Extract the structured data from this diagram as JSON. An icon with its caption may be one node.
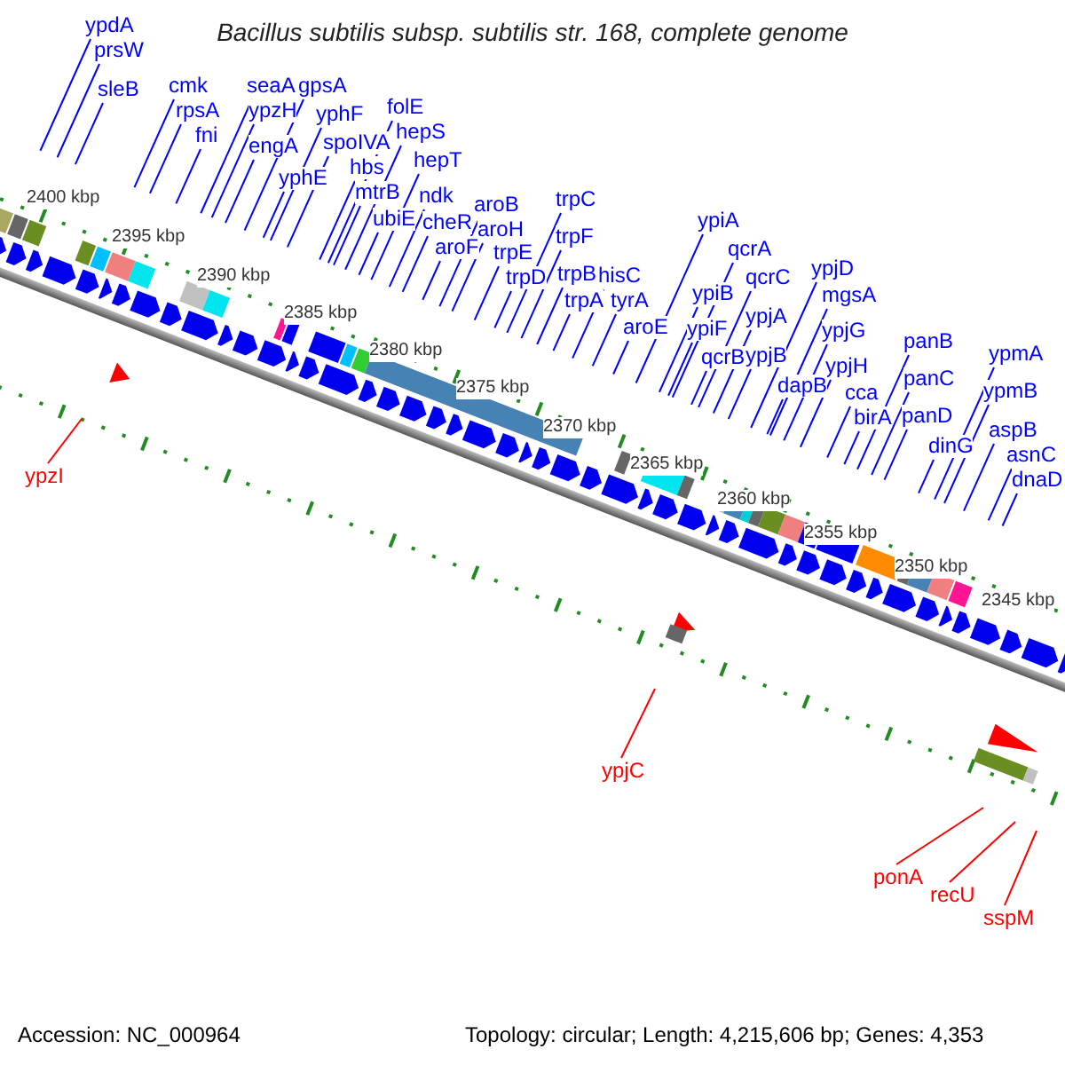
{
  "diagram": {
    "title": "Bacillus subtilis subsp. subtilis str. 168, complete genome",
    "nodes": [
      {
        "text": [
          "ypdA"
        ]
      },
      {
        "text": [
          "prsW"
        ]
      },
      {
        "text": [
          "sleB"
        ]
      },
      {
        "text": [
          "cmk"
        ]
      },
      {
        "text": [
          "rpsA"
        ]
      },
      {
        "text": [
          "fni"
        ]
      },
      {
        "text": [
          "seaA"
        ]
      },
      {
        "text": [
          "ypzH"
        ]
      },
      {
        "text": [
          "engA"
        ]
      },
      {
        "text": [
          "yphE"
        ]
      },
      {
        "text": [
          "gpsA"
        ]
      },
      {
        "text": [
          "yphF"
        ]
      },
      {
        "text": [
          "spoIVA"
        ]
      },
      {
        "text": [
          "hbs"
        ]
      },
      {
        "text": [
          "mtrB"
        ]
      },
      {
        "text": [
          "ubiE"
        ]
      },
      {
        "text": [
          "folE"
        ]
      },
      {
        "text": [
          "hepS"
        ]
      },
      {
        "text": [
          "hepT"
        ]
      },
      {
        "text": [
          "ndk"
        ]
      },
      {
        "text": [
          "cheR"
        ]
      },
      {
        "text": [
          "aroF"
        ]
      },
      {
        "text": [
          "aroB"
        ]
      },
      {
        "text": [
          "aroH"
        ]
      },
      {
        "text": [
          "trpE"
        ]
      },
      {
        "text": [
          "trpD"
        ]
      },
      {
        "text": [
          "trpC"
        ]
      },
      {
        "text": [
          "trpF"
        ]
      },
      {
        "text": [
          "trpB"
        ]
      },
      {
        "text": [
          "trpA"
        ]
      },
      {
        "text": [
          "hisC"
        ]
      },
      {
        "text": [
          "tyrA"
        ]
      },
      {
        "text": [
          "aroE"
        ]
      },
      {
        "text": [
          "ypiA"
        ]
      },
      {
        "text": [
          "qcrA"
        ]
      },
      {
        "text": [
          "qcrC"
        ]
      },
      {
        "text": [
          "ypiB"
        ]
      },
      {
        "text": [
          "ypiF"
        ]
      },
      {
        "text": [
          "qcrB"
        ]
      },
      {
        "text": [
          "ypjA"
        ]
      },
      {
        "text": [
          "ypjB"
        ]
      },
      {
        "text": [
          "ypjD"
        ]
      },
      {
        "text": [
          "mgsA"
        ]
      },
      {
        "text": [
          "ypjG"
        ]
      },
      {
        "text": [
          "ypjH"
        ]
      },
      {
        "text": [
          "dapB"
        ]
      },
      {
        "text": [
          "cca"
        ]
      },
      {
        "text": [
          "birA"
        ]
      },
      {
        "text": [
          "panB"
        ]
      },
      {
        "text": [
          "panC"
        ]
      },
      {
        "text": [
          "panD"
        ]
      },
      {
        "text": [
          "dinG"
        ]
      },
      {
        "text": [
          "ypmA"
        ]
      },
      {
        "text": [
          "ypmB"
        ]
      },
      {
        "text": [
          "aspB"
        ]
      },
      {
        "text": [
          "asnC"
        ]
      },
      {
        "text": [
          "dnaD"
        ]
      },
      {
        "text": [
          "ypzI"
        ]
      },
      {
        "text": [
          "ypjC"
        ]
      },
      {
        "text": [
          "ponA"
        ]
      },
      {
        "text": [
          "recU"
        ]
      },
      {
        "text": [
          "sspM"
        ]
      }
    ],
    "edges": [
      {
        "from": 0,
        "to": null,
        "arrow": "none"
      },
      {
        "from": 1,
        "to": null,
        "arrow": "none"
      },
      {
        "from": 2,
        "to": null,
        "arrow": "none"
      },
      {
        "from": 3,
        "to": null,
        "arrow": "none"
      },
      {
        "from": 4,
        "to": null,
        "arrow": "none"
      },
      {
        "from": 5,
        "to": null,
        "arrow": "none"
      },
      {
        "from": 6,
        "to": null,
        "arrow": "none"
      },
      {
        "from": 7,
        "to": null,
        "arrow": "none"
      },
      {
        "from": 8,
        "to": null,
        "arrow": "none"
      },
      {
        "from": 9,
        "to": null,
        "arrow": "none"
      },
      {
        "from": 10,
        "to": null,
        "arrow": "none"
      },
      {
        "from": 11,
        "to": null,
        "arrow": "none"
      },
      {
        "from": 12,
        "to": null,
        "arrow": "none"
      },
      {
        "from": 13,
        "to": null,
        "arrow": "none"
      },
      {
        "from": 14,
        "to": null,
        "arrow": "none"
      },
      {
        "from": 15,
        "to": null,
        "arrow": "none"
      },
      {
        "from": 16,
        "to": null,
        "arrow": "none"
      },
      {
        "from": 17,
        "to": null,
        "arrow": "none"
      },
      {
        "from": 18,
        "to": null,
        "arrow": "none"
      },
      {
        "from": 19,
        "to": null,
        "arrow": "none"
      },
      {
        "from": 20,
        "to": null,
        "arrow": "none"
      },
      {
        "from": 21,
        "to": null,
        "arrow": "none"
      },
      {
        "from": 22,
        "to": null,
        "arrow": "none"
      },
      {
        "from": 23,
        "to": null,
        "arrow": "none"
      },
      {
        "from": 24,
        "to": null,
        "arrow": "none"
      },
      {
        "from": 25,
        "to": null,
        "arrow": "none"
      },
      {
        "from": 26,
        "to": null,
        "arrow": "none"
      },
      {
        "from": 27,
        "to": null,
        "arrow": "none"
      },
      {
        "from": 28,
        "to": null,
        "arrow": "none"
      },
      {
        "from": 29,
        "to": null,
        "arrow": "none"
      },
      {
        "from": 30,
        "to": null,
        "arrow": "none"
      },
      {
        "from": 31,
        "to": null,
        "arrow": "none"
      },
      {
        "from": 32,
        "to": null,
        "arrow": "none"
      },
      {
        "from": 33,
        "to": null,
        "arrow": "none"
      },
      {
        "from": 34,
        "to": null,
        "arrow": "none"
      },
      {
        "from": 35,
        "to": null,
        "arrow": "none"
      },
      {
        "from": 36,
        "to": null,
        "arrow": "none"
      },
      {
        "from": 37,
        "to": null,
        "arrow": "none"
      },
      {
        "from": 38,
        "to": null,
        "arrow": "none"
      },
      {
        "from": 39,
        "to": null,
        "arrow": "none"
      },
      {
        "from": 40,
        "to": null,
        "arrow": "none"
      },
      {
        "from": 41,
        "to": null,
        "arrow": "none"
      },
      {
        "from": 42,
        "to": null,
        "arrow": "none"
      },
      {
        "from": 43,
        "to": null,
        "arrow": "none"
      },
      {
        "from": 44,
        "to": null,
        "arrow": "none"
      },
      {
        "from": 45,
        "to": null,
        "arrow": "none"
      },
      {
        "from": 46,
        "to": null,
        "arrow": "none"
      },
      {
        "from": 47,
        "to": null,
        "arrow": "none"
      },
      {
        "from": 48,
        "to": null,
        "arrow": "none"
      },
      {
        "from": 49,
        "to": null,
        "arrow": "none"
      },
      {
        "from": 50,
        "to": null,
        "arrow": "none"
      },
      {
        "from": 51,
        "to": null,
        "arrow": "none"
      },
      {
        "from": 52,
        "to": null,
        "arrow": "none"
      },
      {
        "from": 53,
        "to": null,
        "arrow": "none"
      },
      {
        "from": 54,
        "to": null,
        "arrow": "none"
      },
      {
        "from": 55,
        "to": null,
        "arrow": "none"
      },
      {
        "from": 56,
        "to": null,
        "arrow": "none"
      },
      {
        "from": 57,
        "to": null,
        "arrow": "none",
        "color": "#ff0000"
      },
      {
        "from": 58,
        "to": null,
        "arrow": "none",
        "color": "#ff0000"
      },
      {
        "from": 59,
        "to": null,
        "arrow": "none",
        "color": "#ff0000"
      },
      {
        "from": 60,
        "to": null,
        "arrow": "none",
        "color": "#ff0000"
      },
      {
        "from": 61,
        "to": null,
        "arrow": "none",
        "color": "#ff0000"
      }
    ],
    "labels": [
      "2400 kbp",
      "2395 kbp",
      "2390 kbp",
      "2385 kbp",
      "2380 kbp",
      "2375 kbp",
      "2370 kbp",
      "2365 kbp",
      "2360 kbp",
      "2355 kbp",
      "2350 kbp",
      "2345 kbp",
      "Accession: NC_000964",
      "Topology: circular; Length: 4,215,606 bp; Genes: 4,353"
    ]
  }
}
